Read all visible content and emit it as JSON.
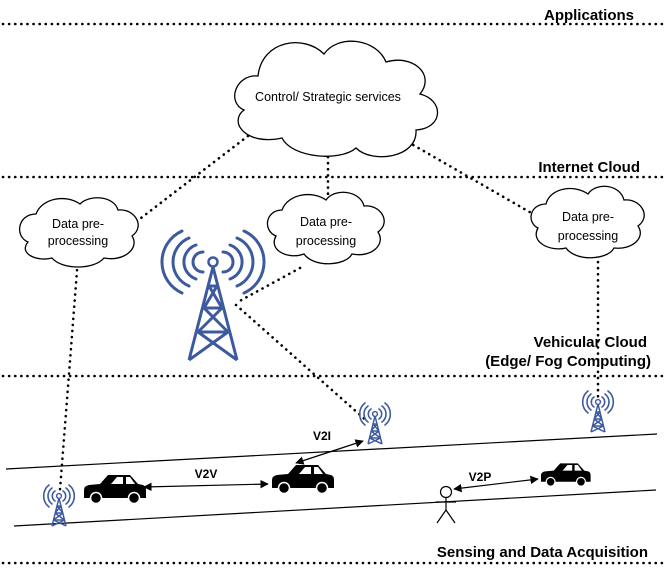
{
  "layers": {
    "applications": "Applications",
    "internet_cloud": "Internet Cloud",
    "vehicular_cloud_line1": "Vehicular Cloud",
    "vehicular_cloud_line2": "(Edge/ Fog Computing)",
    "sensing": "Sensing and Data Acquisition"
  },
  "clouds": {
    "main": "Control/ Strategic services",
    "left_line1": "Data pre-",
    "left_line2": "processing",
    "center_line1": "Data pre-",
    "center_line2": "processing",
    "right_line1": "Data pre-",
    "right_line2": "processing"
  },
  "links": {
    "v2i": "V2I",
    "v2v": "V2V",
    "v2p": "V2P"
  },
  "icons": {
    "tower": "radio-tower-icon",
    "car": "car-icon",
    "person": "pedestrian-icon"
  },
  "colors": {
    "tower": "#3d5a9e"
  }
}
